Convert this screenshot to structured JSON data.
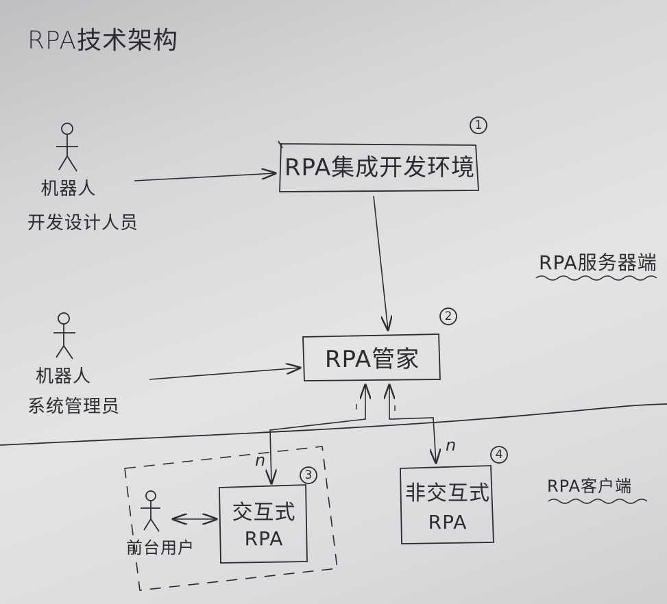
{
  "title": "RPA技术架构",
  "actors": [
    {
      "id": "developer",
      "label_line1": "机器人",
      "label_line2": "开发设计人员"
    },
    {
      "id": "admin",
      "label_line1": "机器人",
      "label_line2": "系统管理员"
    },
    {
      "id": "frontline",
      "label_line1": "前台用户",
      "label_line2": ""
    }
  ],
  "boxes": [
    {
      "id": "ide",
      "number": "1",
      "label": "RPA集成开发环境"
    },
    {
      "id": "manager",
      "number": "2",
      "label": "RPA管家"
    },
    {
      "id": "attended",
      "number": "3",
      "label_line1": "交互式",
      "label_line2": "RPA"
    },
    {
      "id": "unattended",
      "number": "4",
      "label_line1": "非交互式",
      "label_line2": "RPA"
    }
  ],
  "zones": {
    "server": "RPA服务器端",
    "client": "RPA客户端"
  },
  "multiplicity": {
    "attended": "n",
    "unattended": "n"
  },
  "colors": {
    "ink": "#2b2b30",
    "paper": "#e0e0e2"
  }
}
